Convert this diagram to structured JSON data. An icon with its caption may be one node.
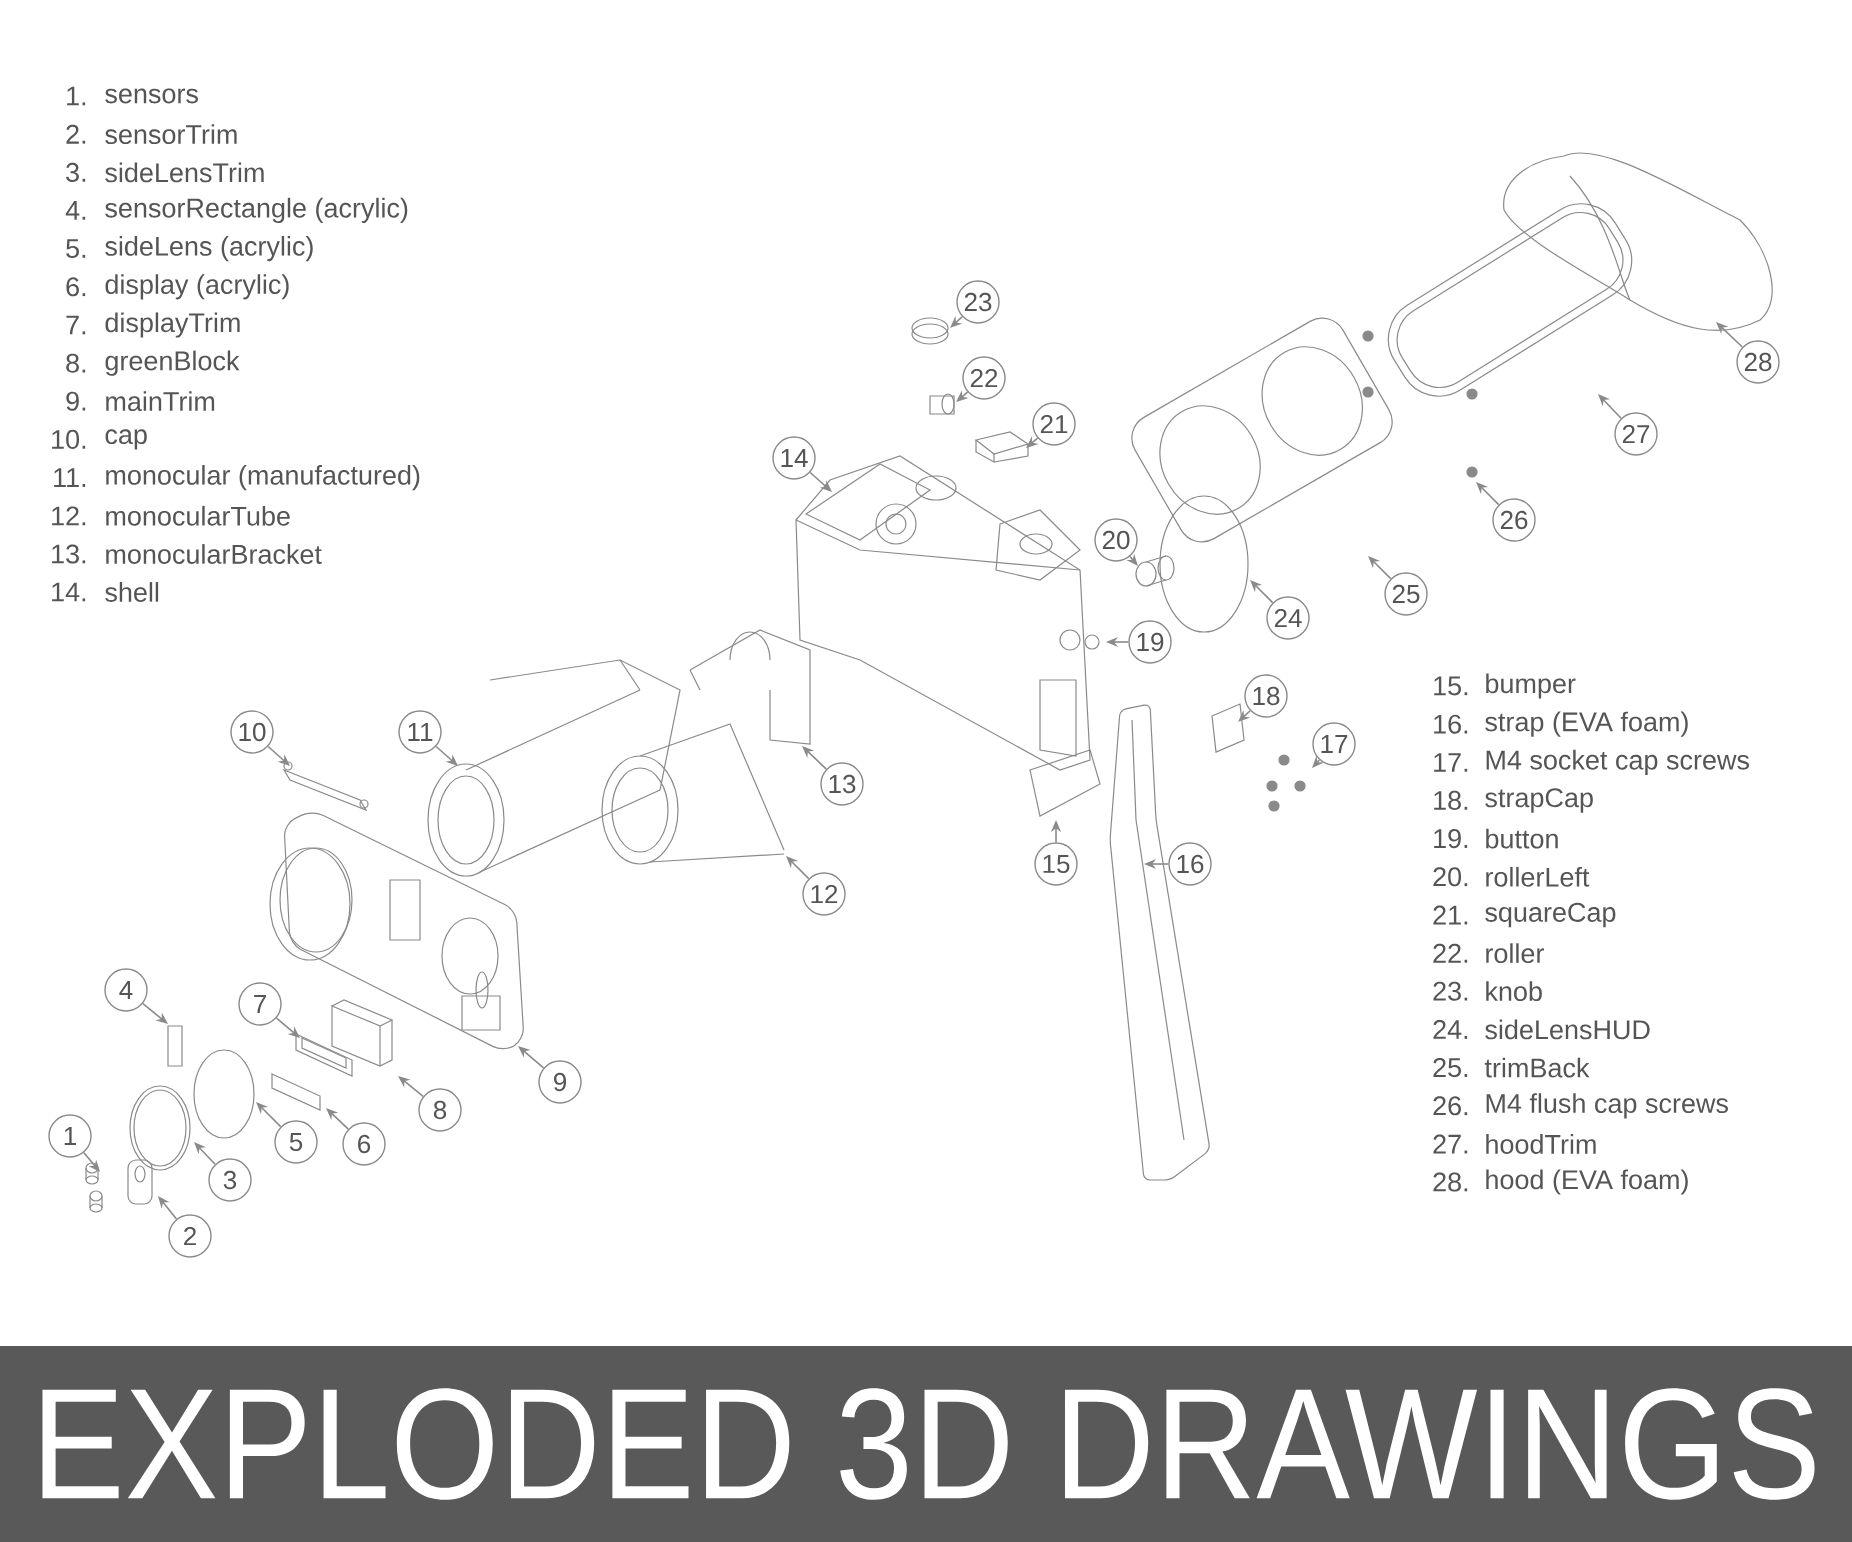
{
  "diagram": {
    "title": "EXPLODED 3D DRAWINGS",
    "nodes": [
      {
        "text": [
          "1"
        ]
      },
      {
        "text": [
          "2"
        ]
      },
      {
        "text": [
          "3"
        ]
      },
      {
        "text": [
          "4"
        ]
      },
      {
        "text": [
          "5"
        ]
      },
      {
        "text": [
          "6"
        ]
      },
      {
        "text": [
          "7"
        ]
      },
      {
        "text": [
          "8"
        ]
      },
      {
        "text": [
          "9"
        ]
      },
      {
        "text": [
          "10"
        ]
      },
      {
        "text": [
          "11"
        ]
      },
      {
        "text": [
          "12"
        ]
      },
      {
        "text": [
          "13"
        ]
      },
      {
        "text": [
          "14"
        ]
      },
      {
        "text": [
          "15"
        ]
      },
      {
        "text": [
          "16"
        ]
      },
      {
        "text": [
          "17"
        ]
      },
      {
        "text": [
          "18"
        ]
      },
      {
        "text": [
          "19"
        ]
      },
      {
        "text": [
          "20"
        ]
      },
      {
        "text": [
          "21"
        ]
      },
      {
        "text": [
          "22"
        ]
      },
      {
        "text": [
          "23"
        ]
      },
      {
        "text": [
          "24"
        ]
      },
      {
        "text": [
          "25"
        ]
      },
      {
        "text": [
          "26"
        ]
      },
      {
        "text": [
          "27"
        ]
      },
      {
        "text": [
          "28"
        ]
      }
    ],
    "edges": [
      {
        "from": 0,
        "to": null,
        "arrow": "to"
      },
      {
        "from": 1,
        "to": null,
        "arrow": "to"
      },
      {
        "from": 2,
        "to": null,
        "arrow": "to"
      },
      {
        "from": 3,
        "to": null,
        "arrow": "to"
      },
      {
        "from": 4,
        "to": null,
        "arrow": "to"
      },
      {
        "from": 5,
        "to": null,
        "arrow": "to"
      },
      {
        "from": 6,
        "to": null,
        "arrow": "to"
      },
      {
        "from": 7,
        "to": null,
        "arrow": "to"
      },
      {
        "from": 8,
        "to": null,
        "arrow": "to"
      },
      {
        "from": 9,
        "to": null,
        "arrow": "to"
      },
      {
        "from": 10,
        "to": null,
        "arrow": "to"
      },
      {
        "from": 11,
        "to": null,
        "arrow": "to"
      },
      {
        "from": 12,
        "to": null,
        "arrow": "to"
      },
      {
        "from": 13,
        "to": null,
        "arrow": "to"
      },
      {
        "from": 14,
        "to": null,
        "arrow": "to"
      },
      {
        "from": 15,
        "to": null,
        "arrow": "to"
      },
      {
        "from": 16,
        "to": null,
        "arrow": "to"
      },
      {
        "from": 17,
        "to": null,
        "arrow": "to"
      },
      {
        "from": 18,
        "to": null,
        "arrow": "to"
      },
      {
        "from": 19,
        "to": null,
        "arrow": "to"
      },
      {
        "from": 20,
        "to": null,
        "arrow": "to"
      },
      {
        "from": 21,
        "to": null,
        "arrow": "to"
      },
      {
        "from": 22,
        "to": null,
        "arrow": "to"
      },
      {
        "from": 23,
        "to": null,
        "arrow": "to"
      },
      {
        "from": 24,
        "to": null,
        "arrow": "to"
      },
      {
        "from": 25,
        "to": null,
        "arrow": "to"
      },
      {
        "from": 26,
        "to": null,
        "arrow": "to"
      },
      {
        "from": 27,
        "to": null,
        "arrow": "to"
      }
    ],
    "labels": [
      "1.",
      "sensors",
      "2.",
      "sensorTrim",
      "3.",
      "sideLensTrim",
      "4.",
      "sensorRectangle (acrylic)",
      "5.",
      "sideLens (acrylic)",
      "6.",
      "display (acrylic)",
      "7.",
      "displayTrim",
      "8.",
      "greenBlock",
      "9.",
      "mainTrim",
      "10.",
      "cap",
      "11.",
      "monocular (manufactured)",
      "12.",
      "monocularTube",
      "13.",
      "monocularBracket",
      "14.",
      "shell",
      "15.",
      "bumper",
      "16.",
      "strap (EVA foam)",
      "17.",
      "M4 socket cap screws",
      "18.",
      "strapCap",
      "19.",
      "button",
      "20.",
      "rollerLeft",
      "21.",
      "squareCap",
      "22.",
      "roller",
      "23.",
      "knob",
      "24.",
      "sideLensHUD",
      "25.",
      "trimBack",
      "26.",
      "M4 flush cap screws",
      "27.",
      "hoodTrim",
      "28.",
      "hood (EVA foam)"
    ]
  }
}
